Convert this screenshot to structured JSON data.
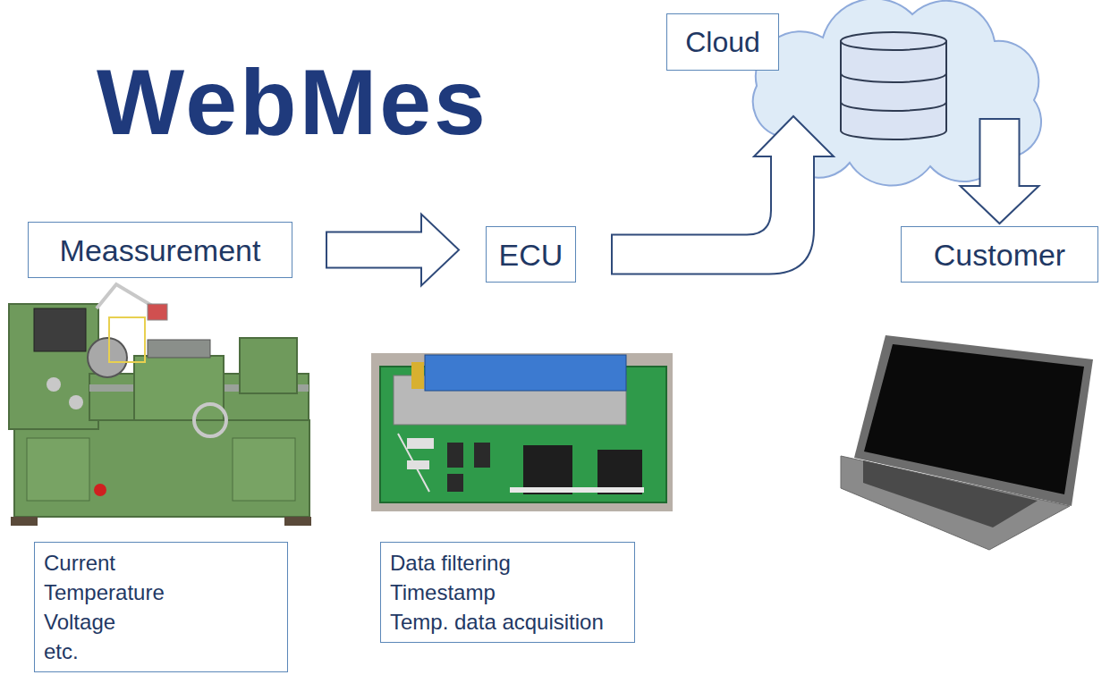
{
  "diagram": {
    "title": "WebMes",
    "nodes": [
      {
        "text": [
          "Cloud"
        ]
      },
      {
        "text": [
          "Meassurement"
        ]
      },
      {
        "text": [
          "ECU"
        ]
      },
      {
        "text": [
          "Customer"
        ]
      },
      {
        "text": [
          "Current",
          "Temperature",
          "Voltage",
          "etc."
        ]
      },
      {
        "text": [
          "Data filtering",
          "Timestamp",
          "Temp. data acquisition"
        ]
      }
    ],
    "edges": [
      {
        "from": 1,
        "to": 2,
        "arrow": "to"
      },
      {
        "from": 2,
        "to": 0,
        "arrow": "to"
      },
      {
        "from": 0,
        "to": 3,
        "arrow": "to"
      }
    ]
  }
}
